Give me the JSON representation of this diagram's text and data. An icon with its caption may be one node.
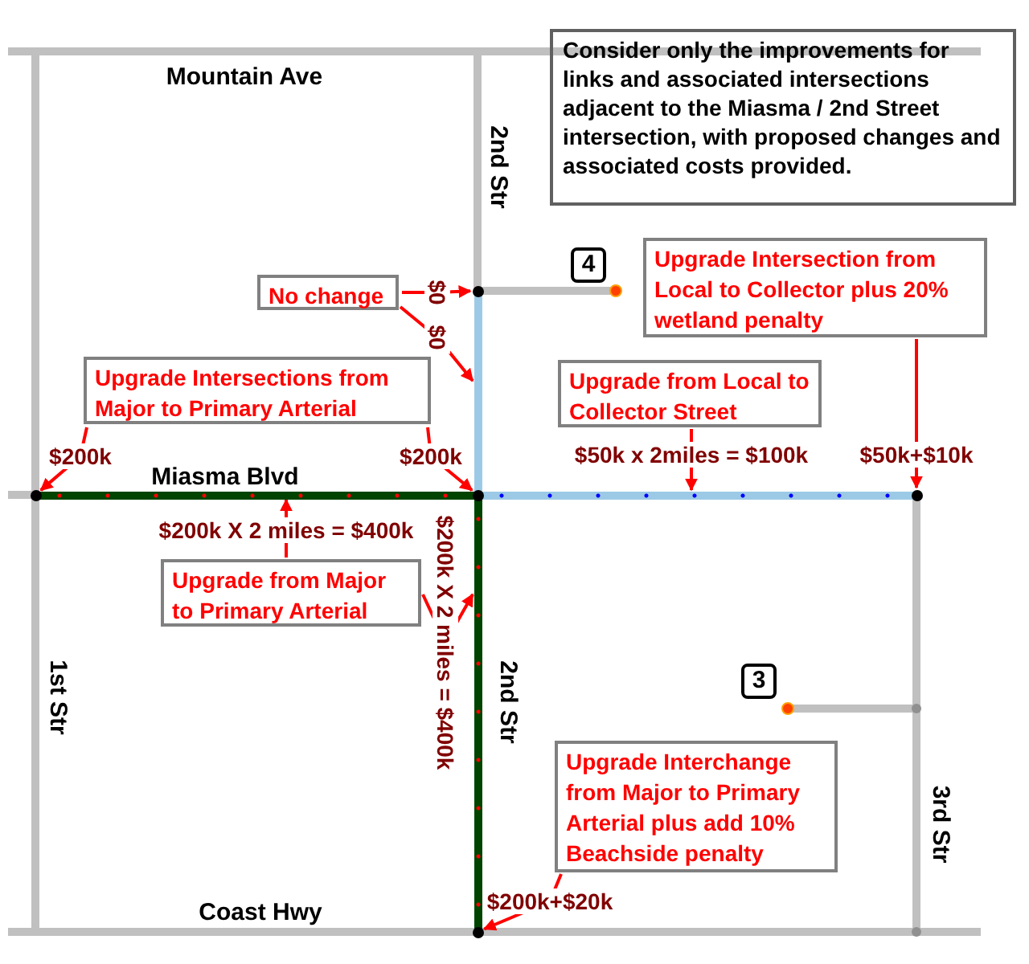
{
  "diagram": {
    "nodes": [
      {
        "text": [
          "Consider only the improvements for links and associated intersections adjacent to the Miasma / 2nd Street intersection, with proposed changes and associated costs provided."
        ]
      },
      {
        "text": [
          "No change"
        ]
      },
      {
        "text": [
          "Upgrade Intersections from Major to Primary Arterial"
        ]
      },
      {
        "text": [
          "Upgrade from Major to Primary Arterial"
        ]
      },
      {
        "text": [
          "Upgrade from Local to Collector Street"
        ]
      },
      {
        "text": [
          "Upgrade Intersection from Local to Collector plus 20% wetland penalty"
        ]
      },
      {
        "text": [
          "Upgrade Interchange from Major to Primary Arterial plus add 10% Beachside penalty"
        ]
      },
      {
        "text": [
          "4"
        ]
      },
      {
        "text": [
          "3"
        ]
      },
      {
        "text": [],
        "shape": "circle"
      },
      {
        "text": [],
        "shape": "circle"
      },
      {
        "text": [],
        "shape": "circle"
      },
      {
        "text": [],
        "shape": "circle"
      },
      {
        "text": [],
        "shape": "circle"
      },
      {
        "text": [],
        "shape": "bar"
      },
      {
        "text": [],
        "shape": "bar"
      },
      {
        "text": [],
        "shape": "bar"
      },
      {
        "text": [],
        "shape": "bar"
      }
    ],
    "edges": [
      {
        "from": 1,
        "to": 9,
        "arrow": "to",
        "label": "$0"
      },
      {
        "from": 1,
        "to": 14,
        "arrow": "to",
        "label": "$0"
      },
      {
        "from": 2,
        "to": 10,
        "arrow": "to",
        "label": "$200k"
      },
      {
        "from": 2,
        "to": 11,
        "arrow": "to",
        "label": "$200k"
      },
      {
        "from": 3,
        "to": 15,
        "arrow": "to",
        "label": "$200k X 2 miles = $400k"
      },
      {
        "from": 3,
        "to": 17,
        "arrow": "to",
        "label": "$200k X 2 miles = $400k"
      },
      {
        "from": 4,
        "to": 16,
        "arrow": "to",
        "label": "$50k x 2miles = $100k"
      },
      {
        "from": 5,
        "to": 12,
        "arrow": "to",
        "label": "$50k+$10k"
      },
      {
        "from": 6,
        "to": 13,
        "arrow": "to",
        "label": "$200k+$20k"
      }
    ],
    "labels": [
      "Mountain Ave",
      "2nd Str",
      "Miasma Blvd",
      "1st Str",
      "2nd Str",
      "3rd Str",
      "Coast Hwy"
    ]
  }
}
